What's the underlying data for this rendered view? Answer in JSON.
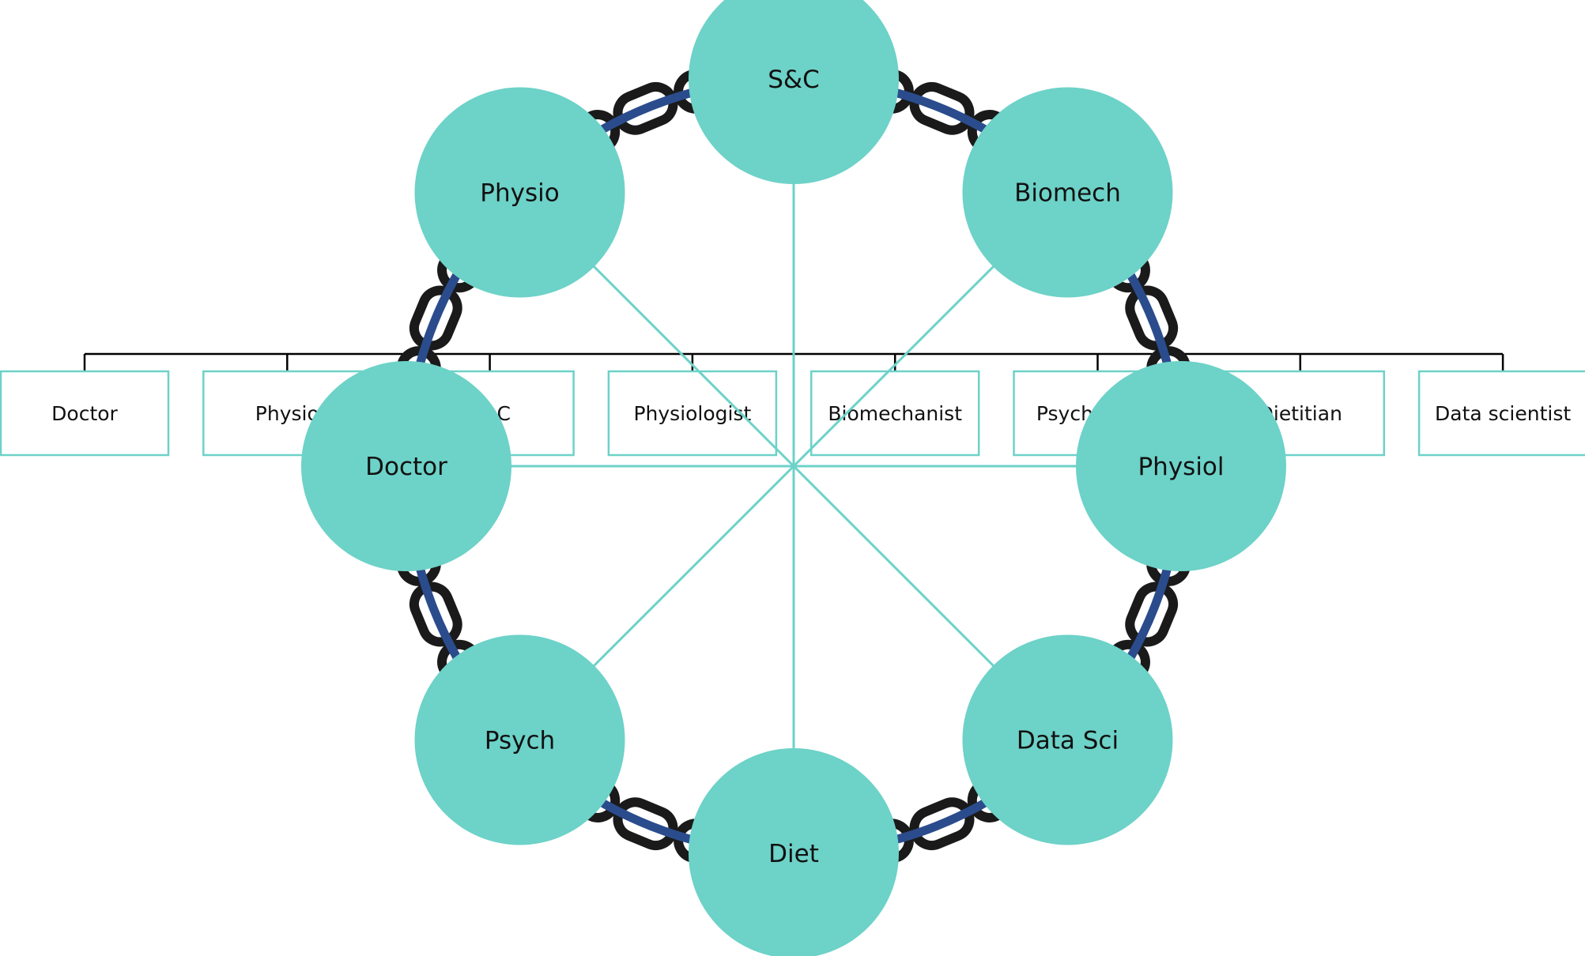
{
  "org_chart": {
    "boxes": [
      "Doctor",
      "Physio",
      "S&C",
      "Physiologist",
      "Biomechanist",
      "Psychologist",
      "Dietitian",
      "Data scientist"
    ]
  },
  "team_wheel": {
    "nodes": [
      "S&C",
      "Biomech",
      "Physiol",
      "Data Sci",
      "Diet",
      "Psych",
      "Doctor",
      "Physio"
    ]
  },
  "colors": {
    "node_fill": "#6dd2c8",
    "box_border": "#6dd2c8",
    "spoke": "#6dd2c8",
    "chain_band": "#2b4c8c",
    "chain_link": "#1a1a1a",
    "tree_line": "#000000"
  }
}
